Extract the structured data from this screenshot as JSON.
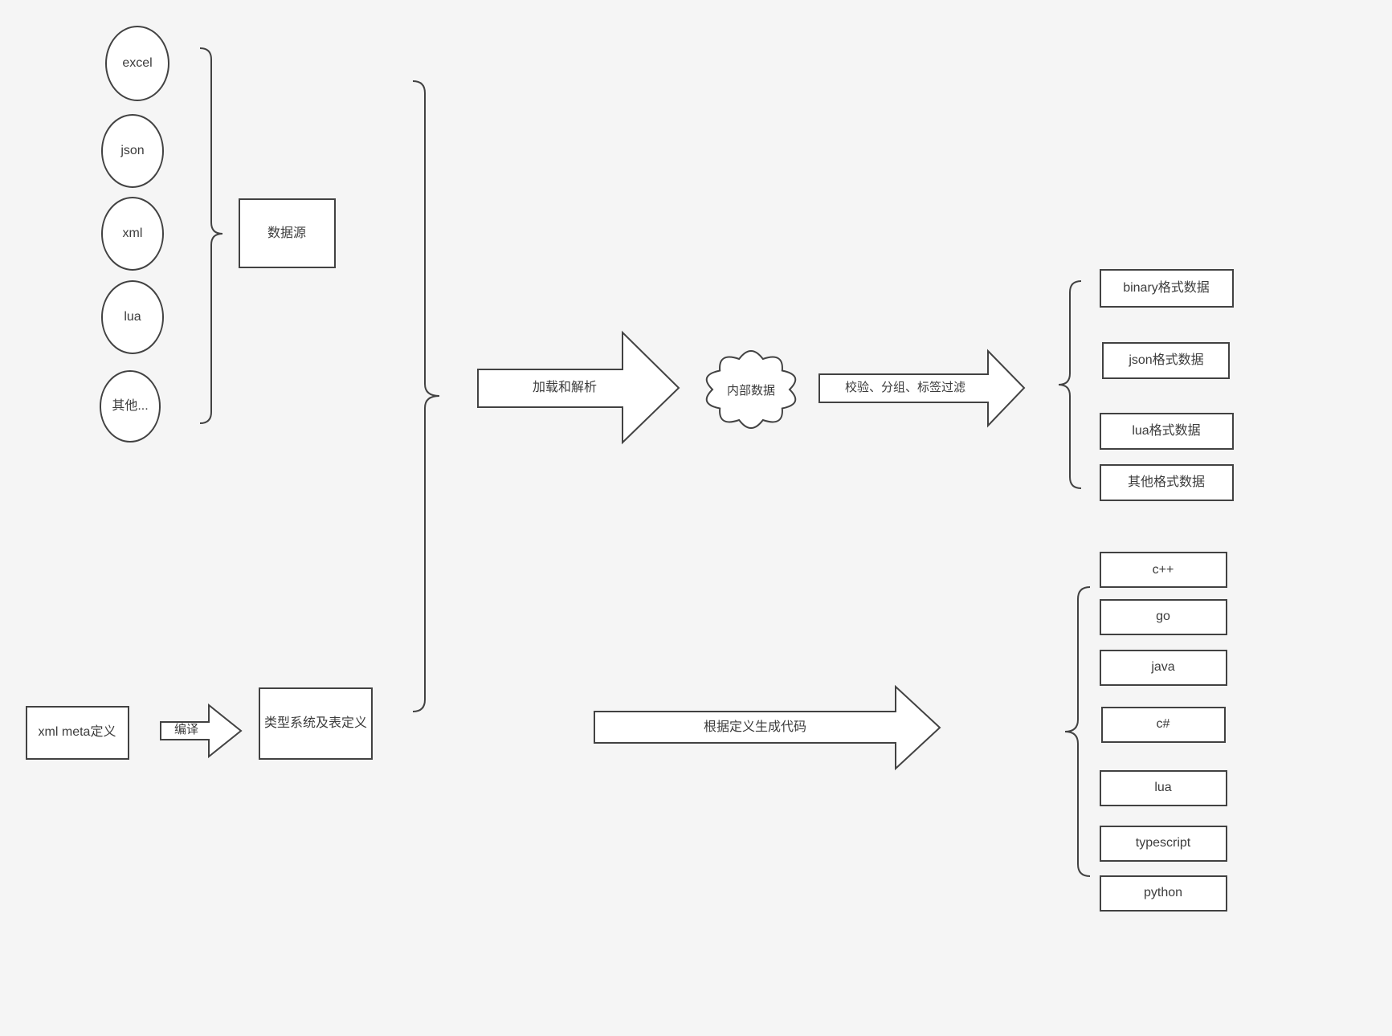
{
  "colors": {
    "background": "#f5f5f5",
    "shape_fill": "#ffffff",
    "stroke": "#424242",
    "text": "#3c3c3c"
  },
  "sources": {
    "group_label": "数据源",
    "items": [
      {
        "label": "excel"
      },
      {
        "label": "json"
      },
      {
        "label": "xml"
      },
      {
        "label": "lua"
      },
      {
        "label": "其他..."
      }
    ]
  },
  "definitions": {
    "xml_meta": "xml meta定义",
    "type_system": "类型系统及表定义"
  },
  "pipeline": {
    "compile": "编译",
    "load_parse": "加载和解析",
    "internal_data": "内部数据",
    "filter": "校验、分组、标签过滤",
    "generate": "根据定义生成代码"
  },
  "outputs": [
    {
      "label": "binary格式数据"
    },
    {
      "label": "json格式数据"
    },
    {
      "label": "lua格式数据"
    },
    {
      "label": "其他格式数据"
    }
  ],
  "languages": [
    {
      "label": "c++"
    },
    {
      "label": "go"
    },
    {
      "label": "java"
    },
    {
      "label": "c#"
    },
    {
      "label": "lua"
    },
    {
      "label": "typescript"
    },
    {
      "label": "python"
    }
  ]
}
